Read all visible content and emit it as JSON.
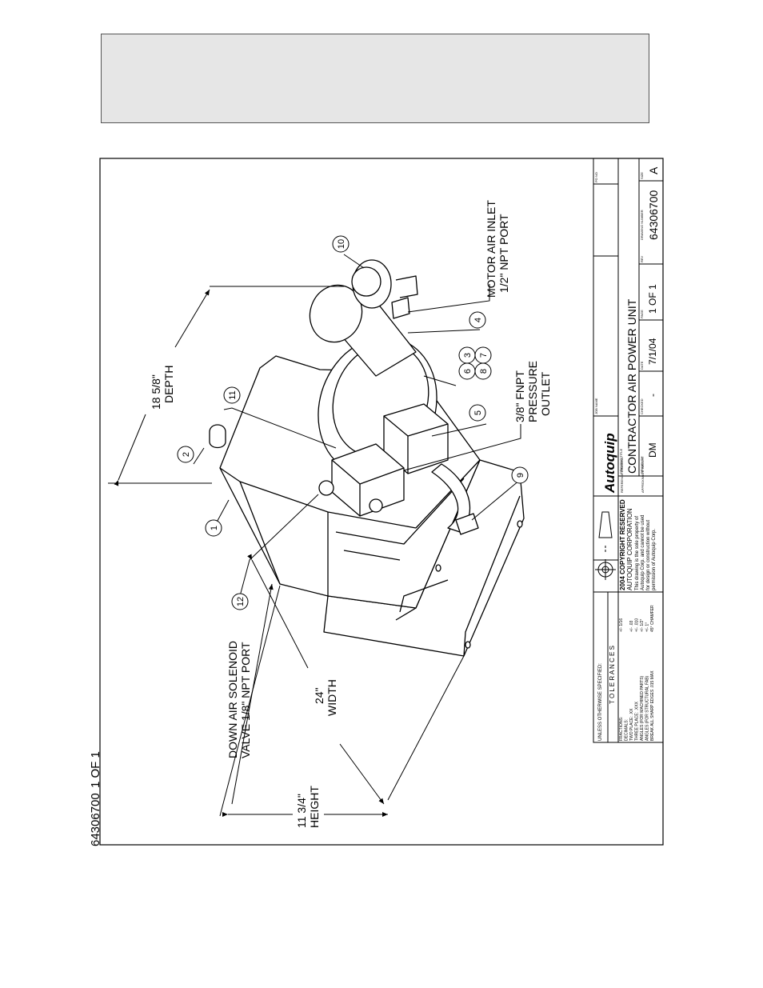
{
  "drawing": {
    "side_label_number": "64306700",
    "side_label_page": "1 OF 1",
    "callouts": [
      "1",
      "2",
      "3",
      "4",
      "5",
      "6",
      "7",
      "8",
      "9",
      "10",
      "11",
      "12"
    ],
    "dimensions": {
      "depth_value": "18 5/8\"",
      "depth_label": "DEPTH",
      "width_value": "24\"",
      "width_label": "WIDTH",
      "height_value": "11 3/4\"",
      "height_label": "HEIGHT"
    },
    "notes": {
      "motor_line1": "MOTOR AIR INLET",
      "motor_line2": "1/2\" NPT PORT",
      "pressure_line1": "3/8\" FNPT",
      "pressure_line2": "PRESSURE",
      "pressure_line3": "OUTLET",
      "solenoid_line1": "DOWN AIR SOLENOID",
      "solenoid_line2": "VALVE 1/8\" NPT PORT"
    }
  },
  "title_block": {
    "unless_specified": "UNLESS OTHERWISE SPECIFIED:",
    "tolerances": "T O L E R A N C E S",
    "tol_rows": [
      {
        "label": "FRACTIONS:",
        "value": "+/- 1/16"
      },
      {
        "label": "DECIMALS:",
        "value": ""
      },
      {
        "label": "TWO PLACE: .XX",
        "value": "+/- .03"
      },
      {
        "label": "THREE PLACE: .XXX",
        "value": "+/- .010"
      },
      {
        "label": "ANGLES (FOR MACHINED PARTS)",
        "value": "+/- 1/2°"
      },
      {
        "label": "ANGLES (FOR STRUCTURAL FAB)",
        "value": "+/- 1°"
      },
      {
        "label": "BREAK ALL SHARP EDGES .015 MAX",
        "value": "45° CHAMFER"
      }
    ],
    "copyright": "2004 COPYRIGHT RESERVED",
    "company": "AUTOQUIP CORPORATION",
    "legal_1": "This drawing is the sole property of",
    "legal_2": "Autoquip Corp. and cannot be used",
    "legal_3": "for design or construction without",
    "legal_4": "permission of Autoquip Corp.",
    "logo": "Autoquip",
    "reference_drawing": "REFERENCE DRAWING",
    "approx_weight": "APPROXIMATE WEIGHT",
    "job_name": "JOB NAME",
    "drawing_title_label": "DRAWING TITLE",
    "drawing_title": "CONTRACTOR AIR POWER UNIT",
    "drawn_by_label": "DRAWN BY",
    "drawn_by": "DM",
    "checked_label": "CHECKED",
    "checked": "-",
    "date_label": "DATE",
    "date": "7/1/04",
    "page_label": "PAGE",
    "page": "1 OF 1",
    "rev_label": "REV",
    "drawing_number_label": "DRAWING NUMBER",
    "drawing_number": "64306700",
    "size_label": "SIZE",
    "size": "A",
    "po_label": "PO NO"
  }
}
